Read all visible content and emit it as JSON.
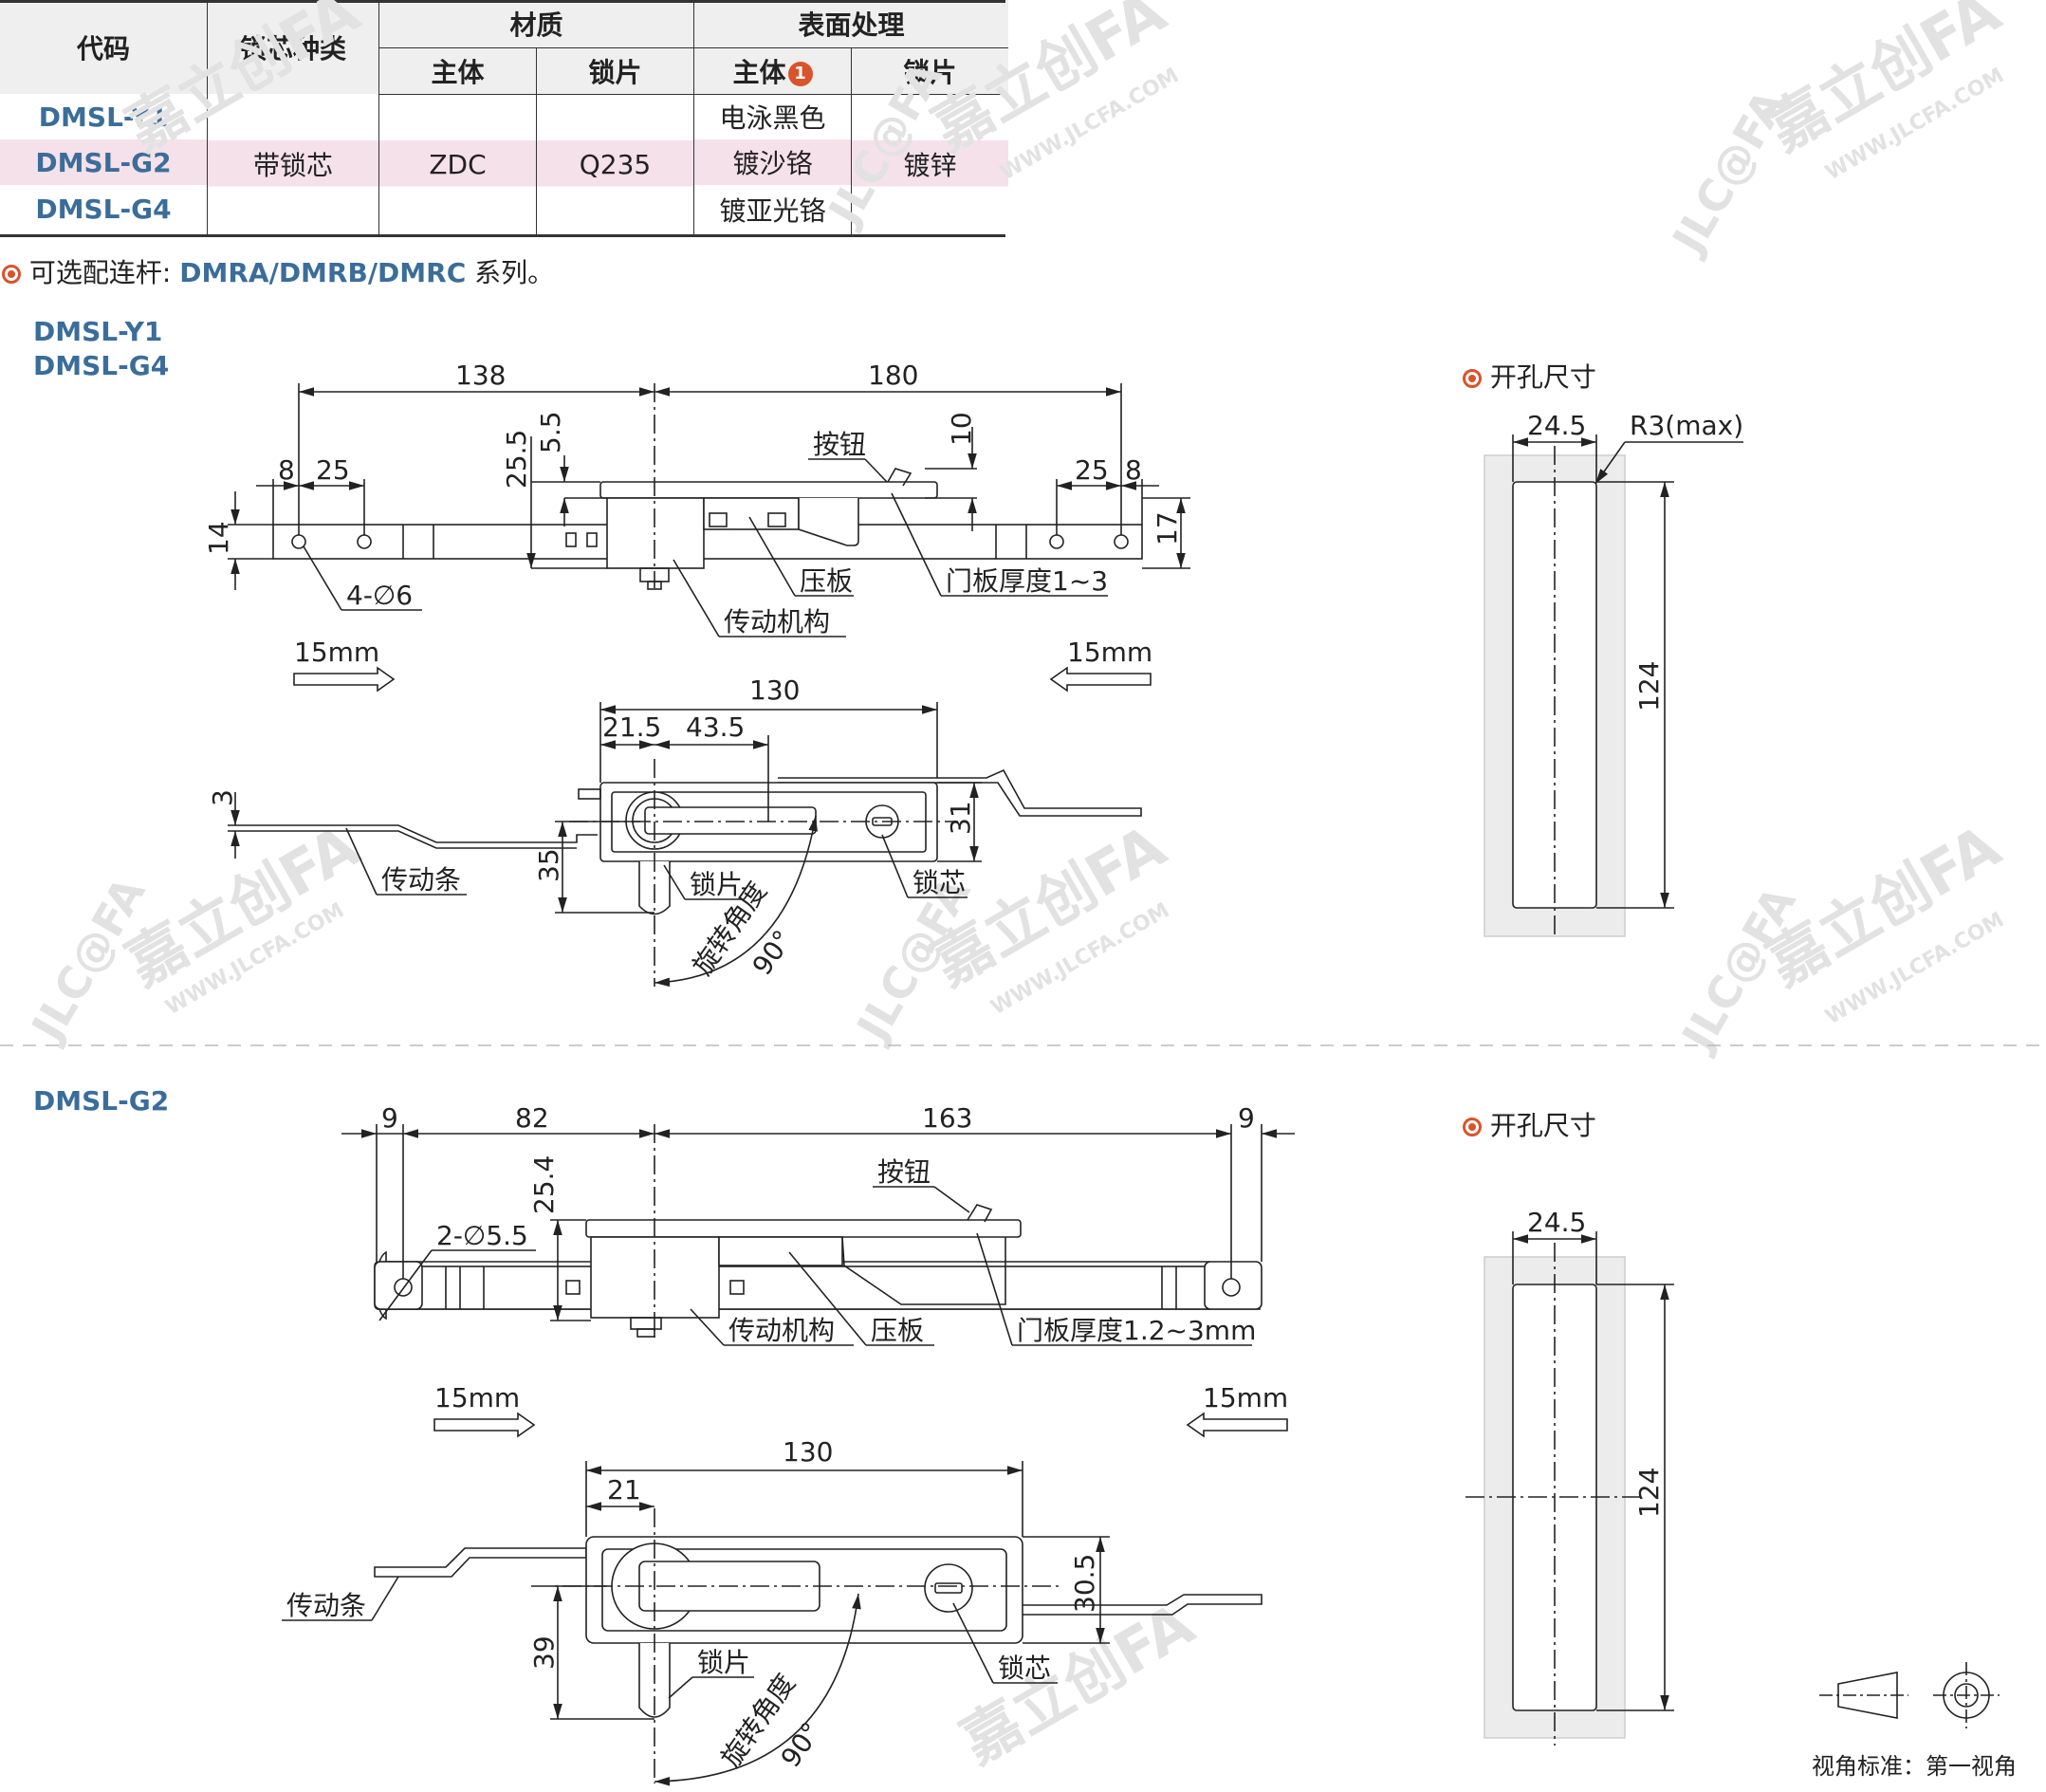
{
  "table": {
    "headers": {
      "code": "代码",
      "core_type": "锁芯种类",
      "material": "材质",
      "material_body": "主体",
      "material_plate": "锁片",
      "surface": "表面处理",
      "surface_body": "主体",
      "surface_plate": "锁片",
      "badge": "1"
    },
    "rows": [
      {
        "code": "DMSL-Y1",
        "surface_body": "电泳黑色"
      },
      {
        "code": "DMSL-G2",
        "surface_body": "镀沙铬"
      },
      {
        "code": "DMSL-G4",
        "surface_body": "镀亚光铬"
      }
    ],
    "shared": {
      "core_type": "带锁芯",
      "material_body": "ZDC",
      "material_plate": "Q235",
      "surface_plate": "镀锌"
    }
  },
  "note": {
    "prefix": "可选配连杆: ",
    "series": "DMRA/DMRB/DMRC",
    "suffix": " 系列。"
  },
  "watermark": {
    "cn": "嘉立创FA",
    "logo": "JLC@FA",
    "url": "WWW.JLCFA.COM"
  },
  "section1": {
    "models": [
      "DMSL-Y1",
      "DMSL-G4"
    ],
    "cutout_title": "开孔尺寸",
    "dims": {
      "d138": "138",
      "d180": "180",
      "d8": "8",
      "d25": "25",
      "d25_5": "25.5",
      "d5_5": "5.5",
      "d10": "10",
      "d25r": "25",
      "d8r": "8",
      "d14": "14",
      "d17": "17",
      "d130": "130",
      "d21_5": "21.5",
      "d43_5": "43.5",
      "d3": "3",
      "d35": "35",
      "d31": "31",
      "c24_5": "24.5",
      "cR3": "R3(max)",
      "c124": "124"
    },
    "labels": {
      "button": "按钮",
      "plate": "压板",
      "door": "门板厚度1~3",
      "holes": "4-∅6",
      "mechanism": "传动机构",
      "stroke_l": "15mm",
      "stroke_r": "15mm",
      "bar": "传动条",
      "latch": "锁片",
      "core": "锁芯",
      "rotation": "旋转角度",
      "angle": "90°"
    }
  },
  "section2": {
    "model": "DMSL-G2",
    "cutout_title": "开孔尺寸",
    "dims": {
      "d9": "9",
      "d82": "82",
      "d163": "163",
      "d9r": "9",
      "d25_4": "25.4",
      "d130": "130",
      "d21": "21",
      "d39": "39",
      "d30_5": "30.5",
      "c24_5": "24.5",
      "c124": "124"
    },
    "labels": {
      "button": "按钮",
      "holes": "2-∅5.5",
      "mechanism": "传动机构",
      "plate": "压板",
      "door": "门板厚度1.2~3mm",
      "stroke_l": "15mm",
      "stroke_r": "15mm",
      "bar": "传动条",
      "latch": "锁片",
      "core": "锁芯",
      "rotation": "旋转角度",
      "angle": "90°"
    }
  },
  "view_standard": "视角标准：第一视角"
}
